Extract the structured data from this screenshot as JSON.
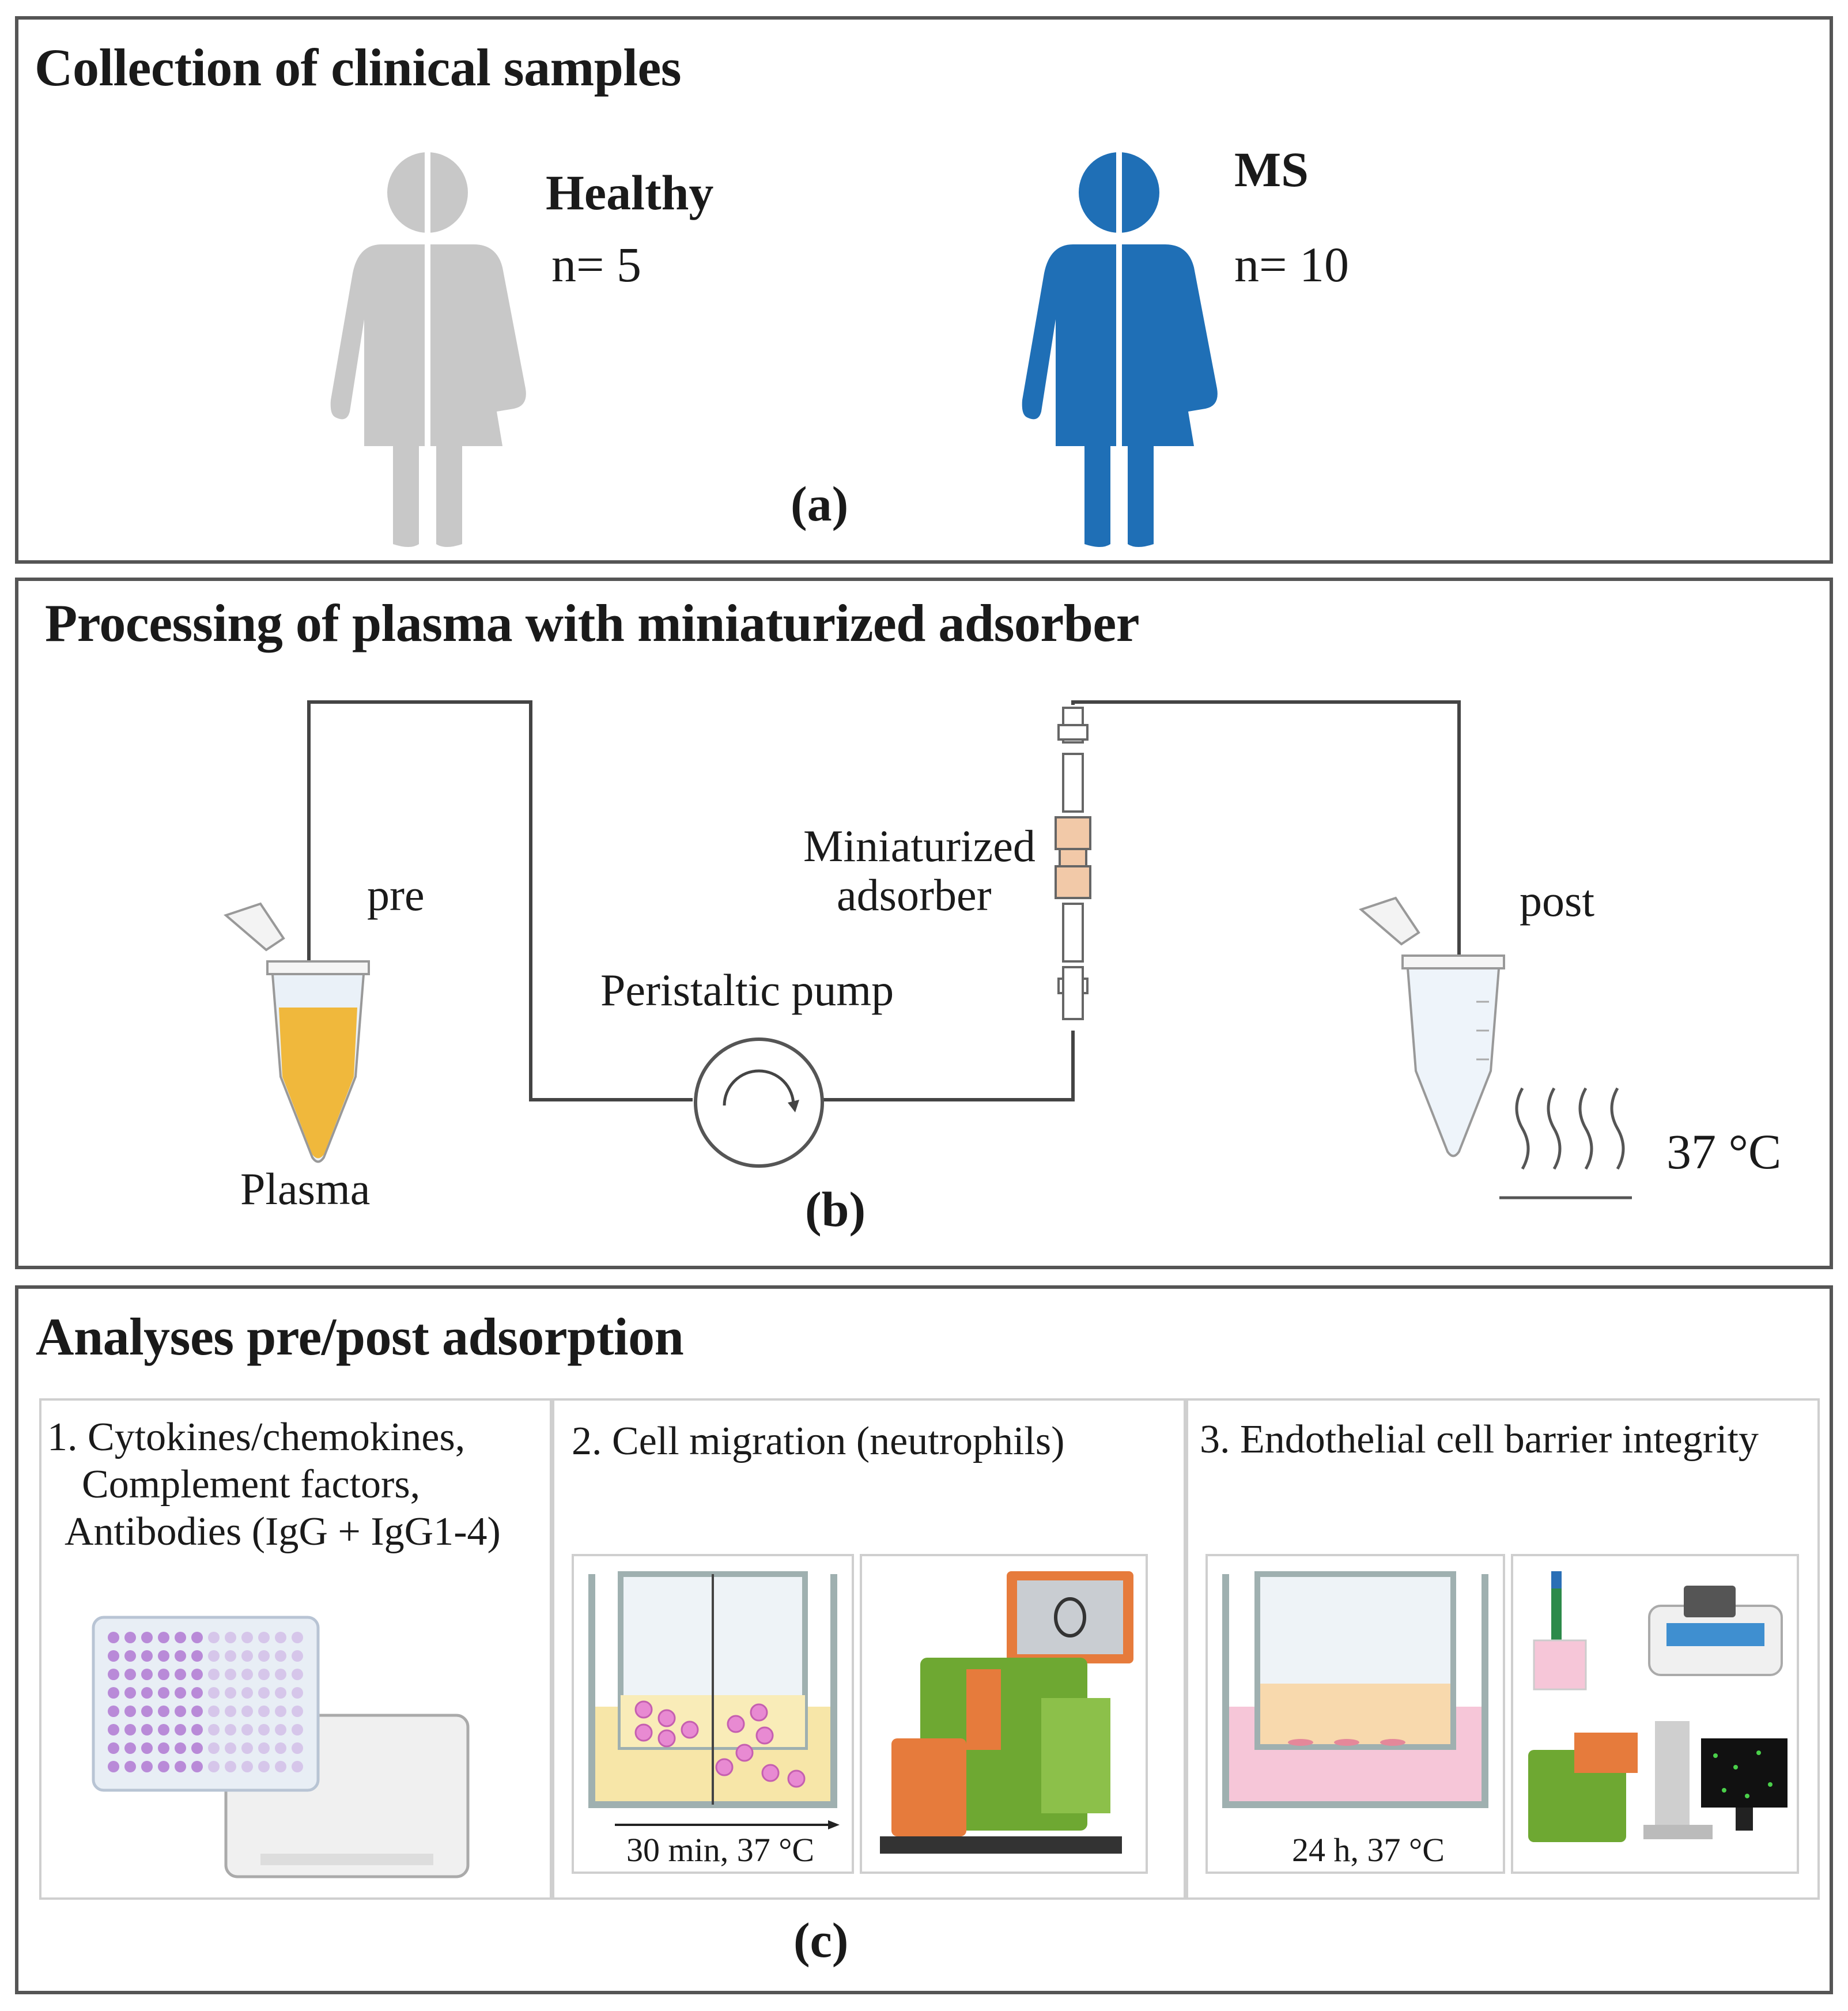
{
  "panel_a": {
    "title": "Collection of clinical samples",
    "healthy_label": "Healthy",
    "healthy_n": "n= 5",
    "ms_label": "MS",
    "ms_n": "n= 10",
    "tag": "(a)",
    "colors": {
      "healthy": "#c8c8c8",
      "ms": "#1f6fb6"
    }
  },
  "panel_b": {
    "title": "Processing of plasma with miniaturized adsorber",
    "pre_label": "pre",
    "plasma_label": "Plasma",
    "pump_label": "Peristaltic pump",
    "adsorber_line1": "Miniaturized",
    "adsorber_line2": "adsorber",
    "post_label": "post",
    "temp_label": "37 °C",
    "tag": "(b)"
  },
  "panel_c": {
    "title": "Analyses pre/post adsorption",
    "sec1_line1": "1. Cytokines/chemokines,",
    "sec1_line2": "Complement factors,",
    "sec1_line3": "Antibodies (IgG + IgG1-4)",
    "sec2_label": "2. Cell migration (neutrophils)",
    "sec2_caption": "30 min, 37 °C",
    "sec3_label": "3. Endothelial cell barrier integrity",
    "sec3_caption": "24 h, 37 °C",
    "tag": "(c)"
  }
}
